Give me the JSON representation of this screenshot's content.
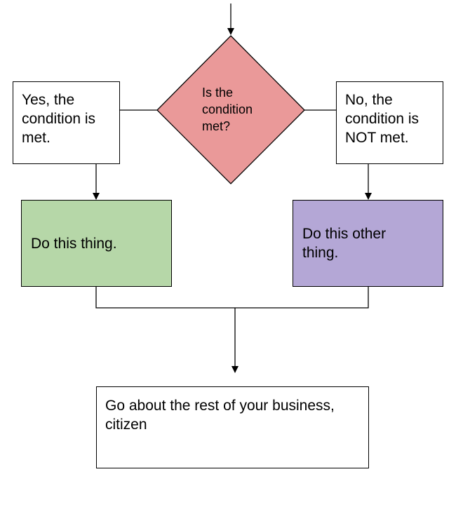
{
  "decision": {
    "question": "Is the\ncondition\nmet?",
    "fill": "#ea9999"
  },
  "yes_branch": {
    "condition_label": "Yes, the\ncondition is\nmet.",
    "action_label": "Do this thing.",
    "action_fill": "#b6d7a8"
  },
  "no_branch": {
    "condition_label": "No, the\ncondition is\nNOT met.",
    "action_label": "Do this other\nthing.",
    "action_fill": "#b4a7d6"
  },
  "final": {
    "label": "Go about the rest of your business,\ncitizen"
  }
}
